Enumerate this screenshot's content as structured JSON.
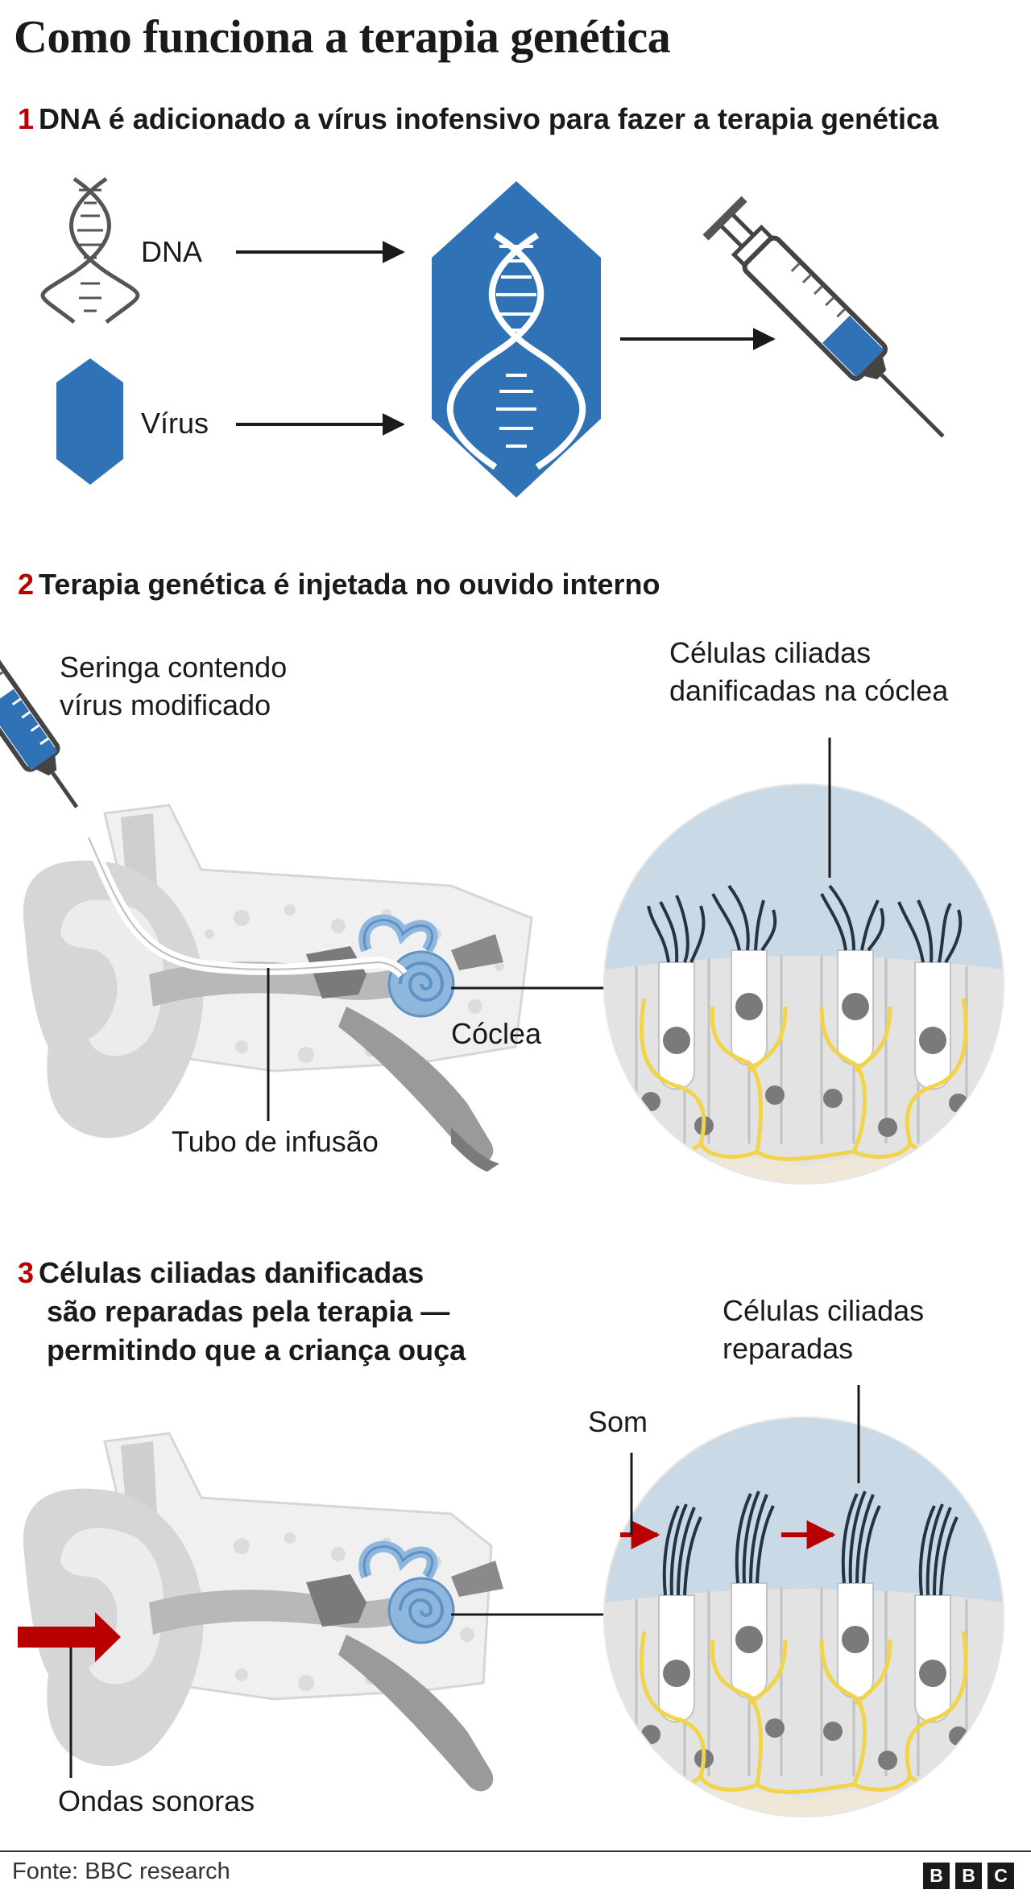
{
  "title": "Como funciona a terapia genética",
  "step1": {
    "num": "1",
    "text": "DNA é adicionado a vírus inofensivo para fazer a terapia genética",
    "labels": {
      "dna": "DNA",
      "virus": "Vírus"
    }
  },
  "step2": {
    "num": "2",
    "text": "Terapia genética é injetada no ouvido interno",
    "labels": {
      "syringe_line1": "Seringa contendo",
      "syringe_line2": "vírus modificado",
      "cells_line1": "Células ciliadas",
      "cells_line2": "danificadas na cóclea",
      "cochlea": "Cóclea",
      "tube": "Tubo de infusão"
    }
  },
  "step3": {
    "num": "3",
    "text_line1": "Células ciliadas danificadas",
    "text_line2": "são reparadas pela terapia —",
    "text_line3": "permitindo que a criança ouça",
    "labels": {
      "cells_line1": "Células ciliadas",
      "cells_line2": "reparadas",
      "sound": "Som",
      "waves": "Ondas sonoras"
    }
  },
  "footer": {
    "source": "Fonte: BBC research",
    "logo": [
      "B",
      "B",
      "C"
    ]
  },
  "colors": {
    "virus_blue": "#2f72b5",
    "cochlea_blue": "#8fb7dd",
    "red_accent": "#b80000",
    "nerve_yellow": "#f2d44b",
    "sky": "#c9d9e5",
    "gray": "#d0d0d0"
  }
}
